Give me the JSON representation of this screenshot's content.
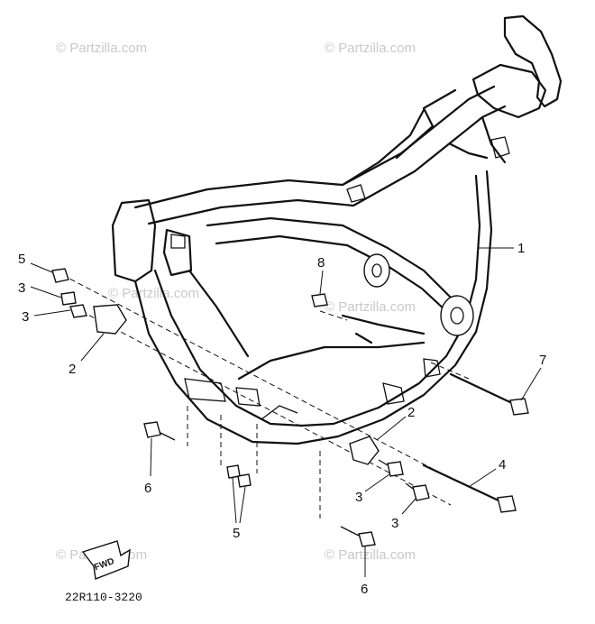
{
  "watermarks": [
    "© Partzilla.com",
    "© Partzilla.com",
    "© Partzilla.com",
    "© Partzilla.com",
    "© Partzilla.com",
    "© Partzilla.com"
  ],
  "callouts": {
    "frame": "1",
    "bracket_left": "2",
    "bracket_right": "2",
    "bolt_a1": "3",
    "bolt_a2": "3",
    "bolt_b1": "3",
    "bolt_b2": "3",
    "long_bolt_lower": "4",
    "nut": "5",
    "bolt_pair": "5",
    "bolt_left": "6",
    "bolt_bottom": "6",
    "long_bolt_upper": "7",
    "small_nut": "8"
  },
  "fwd_label": "FWD",
  "diagram_code": "22R110-3220",
  "colors": {
    "ink": "#111111",
    "watermark": "#c9c9c9",
    "background": "#ffffff"
  }
}
